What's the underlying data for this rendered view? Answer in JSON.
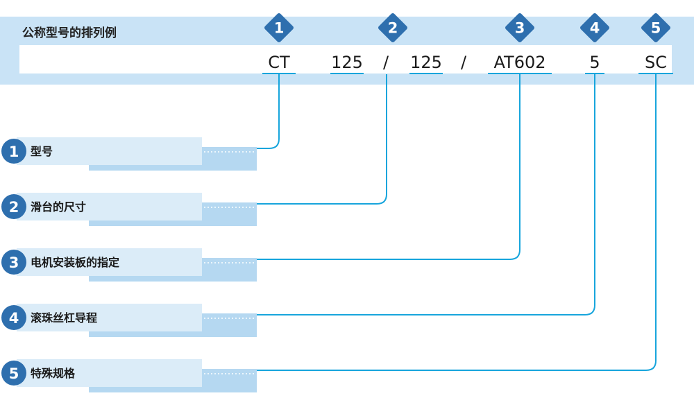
{
  "header": {
    "title": "公称型号的排列例",
    "badge_color": "#2e6fae",
    "band_color": "#c9e3f6",
    "line_color": "#17a5dc"
  },
  "segments": [
    {
      "badge": "1",
      "text": "CT"
    },
    {
      "badge": "2",
      "text": "125"
    },
    {
      "badge": "",
      "text": "/"
    },
    {
      "badge": "",
      "text": "125"
    },
    {
      "badge": "",
      "text": "/"
    },
    {
      "badge": "3",
      "text": "AT602"
    },
    {
      "badge": "4",
      "text": "5"
    },
    {
      "badge": "5",
      "text": "SC"
    }
  ],
  "items": [
    {
      "number": "1",
      "label": "型号"
    },
    {
      "number": "2",
      "label": "滑台的尺寸"
    },
    {
      "number": "3",
      "label": "电机安装板的指定"
    },
    {
      "number": "4",
      "label": "滚珠丝杠导程"
    },
    {
      "number": "5",
      "label": "特殊规格"
    }
  ]
}
